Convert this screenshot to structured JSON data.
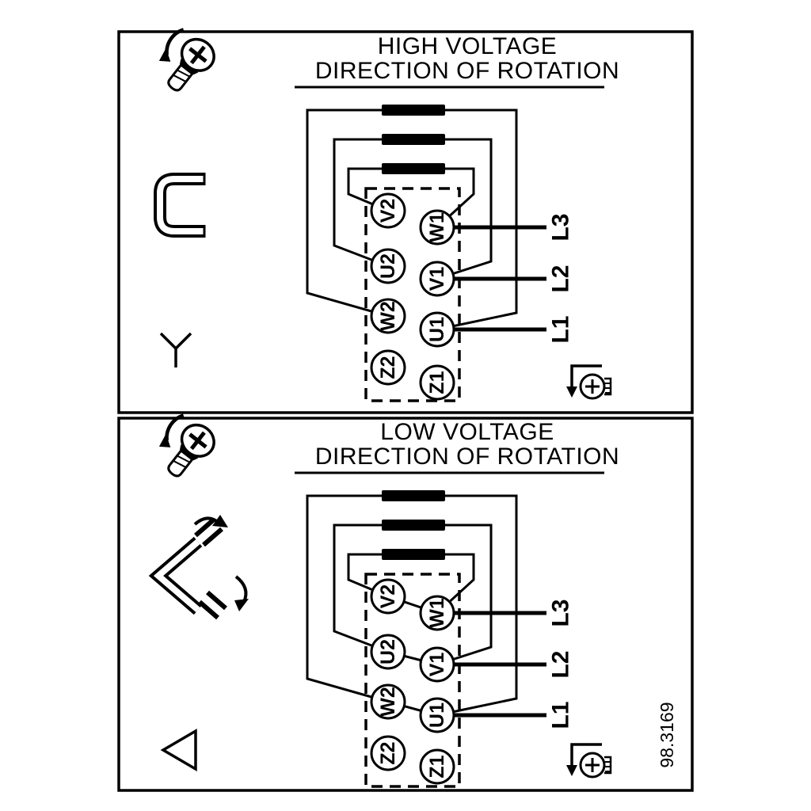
{
  "part_number": "98.3169",
  "colors": {
    "ink": "#000000",
    "paper": "#ffffff"
  },
  "high": {
    "title1": "HIGH VOLTAGE",
    "title2": "DIRECTION OF ROTATION",
    "terminals_left": [
      "V2",
      "U2",
      "W2",
      "Z2"
    ],
    "terminals_right": [
      "W1",
      "V1",
      "U1",
      "Z1"
    ],
    "lines": [
      "L3",
      "L2",
      "L1"
    ]
  },
  "low": {
    "title1": "LOW VOLTAGE",
    "title2": "DIRECTION OF ROTATION",
    "terminals_left": [
      "V2",
      "U2",
      "W2",
      "Z2"
    ],
    "terminals_right": [
      "W1",
      "V1",
      "U1",
      "Z1"
    ],
    "lines": [
      "L3",
      "L2",
      "L1"
    ]
  },
  "icons": {
    "screw_rotation": "screw-with-rotation-arrow",
    "bridge_link": "terminal-bridge-link",
    "moved_links": "repositioned-links-with-arrows",
    "star": "star-connection-symbol",
    "delta": "delta-connection-symbol",
    "rotation_direction": "shaft-rotation-direction-indicator"
  }
}
